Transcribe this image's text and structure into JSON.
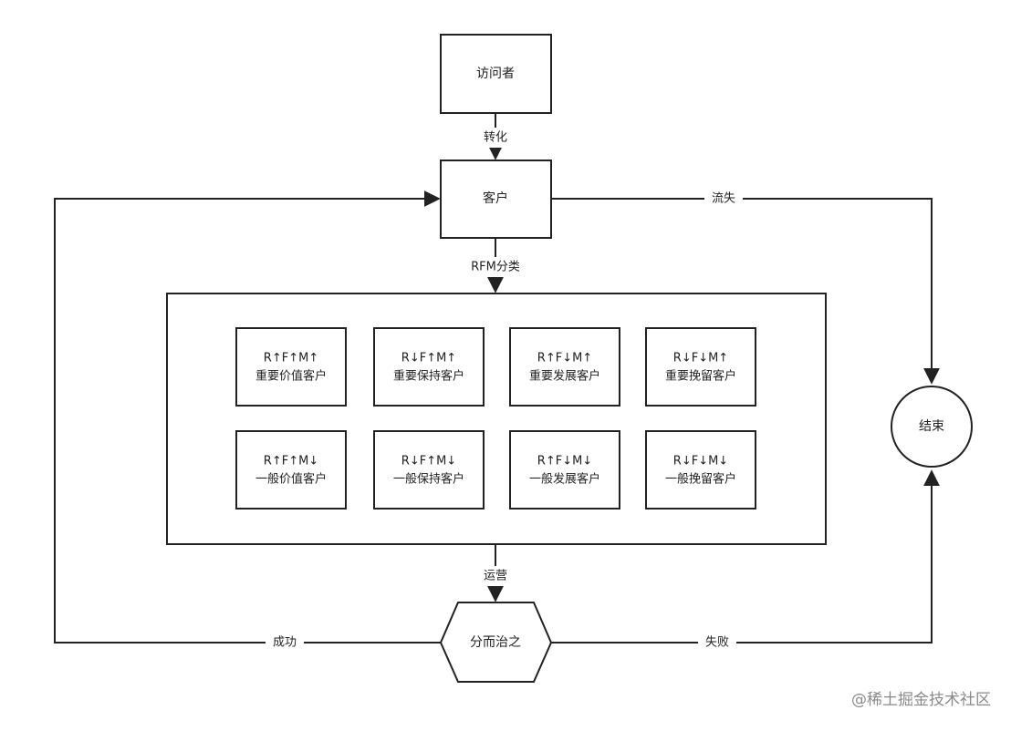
{
  "nodes": {
    "visitor": "访问者",
    "customer": "客户",
    "end": "结束",
    "divide": "分而治之"
  },
  "edges": {
    "convert": "转化",
    "rfm": "RFM分类",
    "churn": "流失",
    "operate": "运营",
    "success": "成功",
    "fail": "失败"
  },
  "segments": [
    {
      "code": "R↑F↑M↑",
      "name": "重要价值客户"
    },
    {
      "code": "R↓F↑M↑",
      "name": "重要保持客户"
    },
    {
      "code": "R↑F↓M↑",
      "name": "重要发展客户"
    },
    {
      "code": "R↓F↓M↑",
      "name": "重要挽留客户"
    },
    {
      "code": "R↑F↑M↓",
      "name": "一般价值客户"
    },
    {
      "code": "R↓F↑M↓",
      "name": "一般保持客户"
    },
    {
      "code": "R↑F↓M↓",
      "name": "一般发展客户"
    },
    {
      "code": "R↓F↓M↓",
      "name": "一般挽留客户"
    }
  ],
  "watermark": "@稀土掘金技术社区",
  "colors": {
    "stroke": "#222222",
    "background": "#ffffff",
    "watermark": "#8a8a8a"
  }
}
